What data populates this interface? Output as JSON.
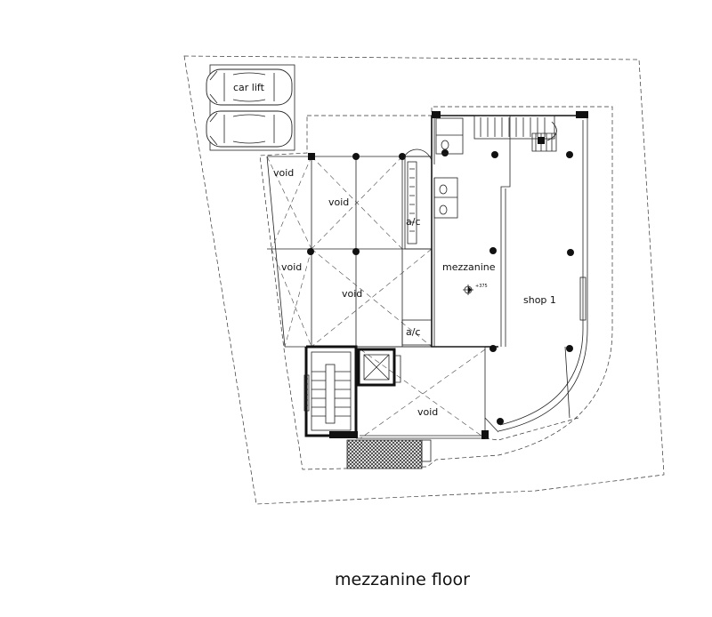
{
  "plan": {
    "title": "mezzanine floor",
    "labels": {
      "car_lift": "car lift",
      "void_1": "void",
      "void_2": "void",
      "void_3": "void",
      "void_4": "void",
      "void_5": "void",
      "ac_1": "a/c",
      "ac_2": "a/c",
      "mezzanine": "mezzanine",
      "level_mark": "+375",
      "shop_1": "shop 1"
    }
  }
}
